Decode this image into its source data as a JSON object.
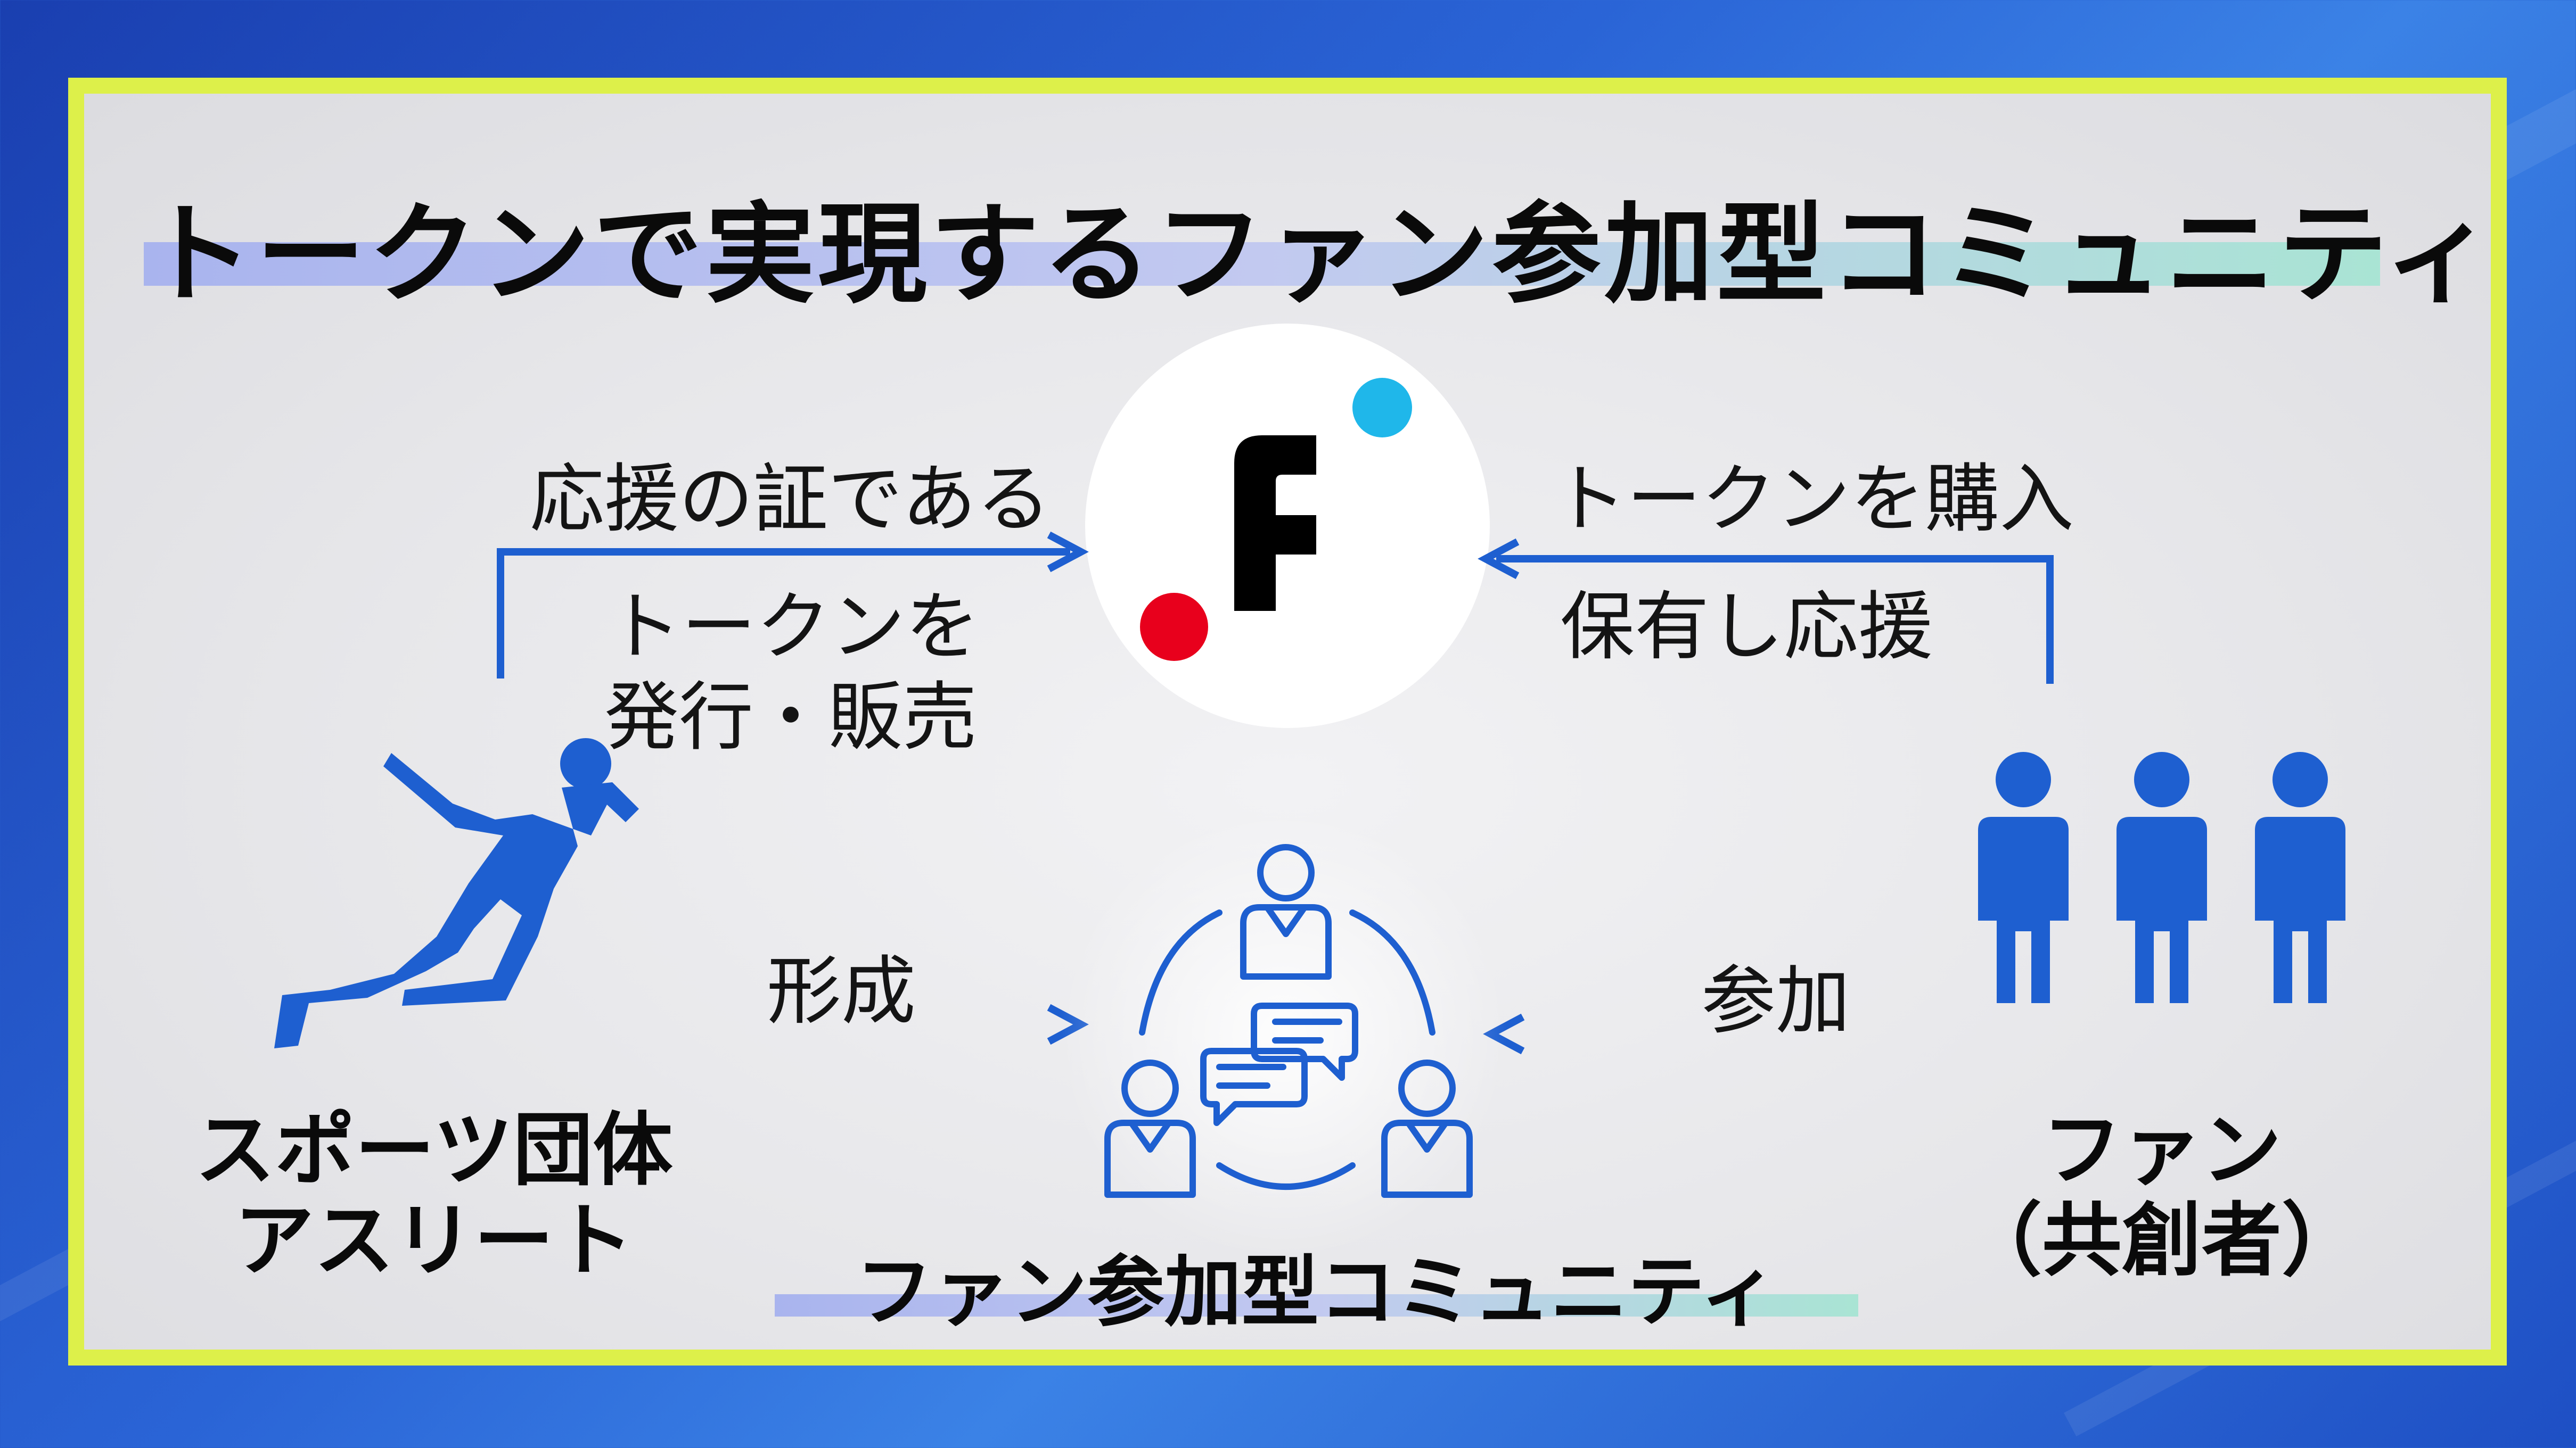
{
  "title": "トークンで実現するファン参加型コミュニティ",
  "left_arrow": {
    "line1": "応援の証である",
    "line2": "トークンを",
    "line3": "発行・販売"
  },
  "right_arrow": {
    "line1": "トークンを購入",
    "line2": "保有し応援"
  },
  "bottom_left_arrow": "形成",
  "bottom_right_arrow": "参加",
  "left_actor": {
    "line1": "スポーツ団体",
    "line2": "アスリート"
  },
  "right_actor": {
    "line1": "ファン",
    "line2": "（共創者）"
  },
  "community_label": "ファン参加型コミュニティ",
  "logo": {
    "letter": "F"
  },
  "colors": {
    "accent_blue": "#1e5fd0",
    "logo_red": "#e8001c",
    "logo_cyan": "#1fb7ea",
    "frame_yellow": "#ddf04a"
  }
}
